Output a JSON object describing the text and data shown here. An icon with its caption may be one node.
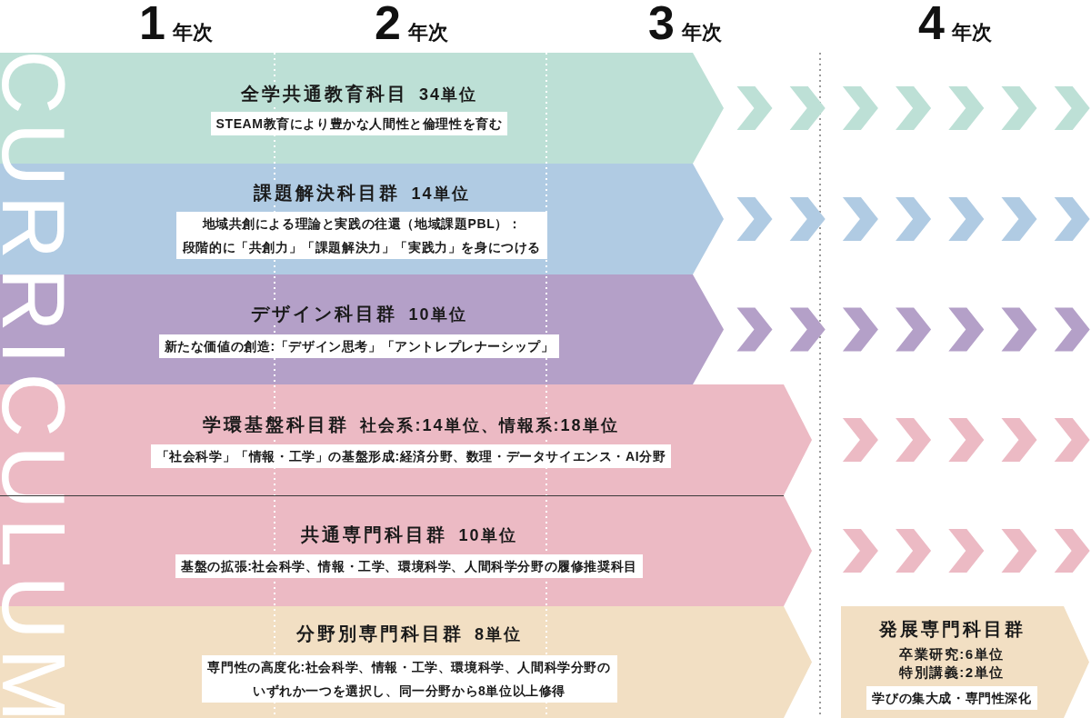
{
  "diagram": {
    "nodes": [
      {
        "text": [
          "全学共通教育科目",
          "34単位",
          "STEAM教育により豊かな人間性と倫理性を育む"
        ]
      },
      {
        "text": [
          "課題解決科目群",
          "14単位",
          "地域共創による理論と実践の往還（地域課題PBL）：段階的に「共創力」「課題解決力」「実践力」を身につける"
        ]
      },
      {
        "text": [
          "デザイン科目群",
          "10単位",
          "新たな価値の創造:「デザイン思考」「アントレプレナーシップ」"
        ]
      },
      {
        "text": [
          "学環基盤科目群",
          "社会系:14単位、情報系:18単位",
          "「社会科学」「情報・工学」の基盤形成:経済分野、数理・データサイエンス・AI分野"
        ]
      },
      {
        "text": [
          "共通専門科目群",
          "10単位",
          "基盤の拡張:社会科学、情報・工学、環境科学、人間科学分野の履修推奨科目"
        ]
      },
      {
        "text": [
          "分野別専門科目群",
          "8単位",
          "専門性の高度化:社会科学、情報・工学、環境科学、人間科学分野のいずれか一つを選択し、同一分野から8単位以上修得"
        ]
      },
      {
        "text": [
          "発展専門科目群",
          "卒業研究:6単位",
          "特別講義:2単位",
          "学びの集大成・専門性深化"
        ]
      }
    ],
    "labels": [
      "1年次",
      "2年次",
      "3年次",
      "4年次",
      "CURRICULUM"
    ]
  }
}
